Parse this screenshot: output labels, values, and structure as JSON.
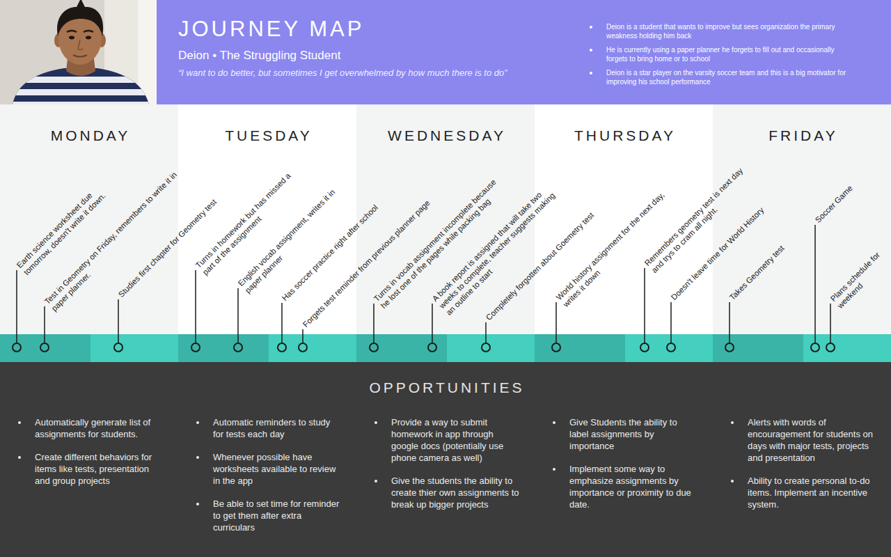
{
  "diagram": {
    "title": "JOURNEY MAP",
    "nodes": [
      {
        "text": [
          "Deion • The Struggling Student",
          "“I want to do better, but sometimes I get overwhelmed by how much there is to do”",
          "Deion is a student that wants to improve but sees organization the primary weakness holding him back",
          "He is currently using a paper planner he forgets to fill out and occasionally forgets to bring home or to school",
          "Deion is a star player on the varsity soccer team and this is a big motivator for improving his school performance"
        ]
      },
      {
        "text": [
          "MONDAY",
          "Earth science worksheet due tomorrow, doesn't write it down.",
          "Test in Geometry on Friday, remembers to write it in paper planner.",
          "Studies first chapter for Geometry test"
        ]
      },
      {
        "text": [
          "TUESDAY",
          "Turns in homework but has missed a part of the assignment",
          "English vocab assignment, writes it in paper planner",
          "Has soccer practice right after school",
          "Forgets test reminder from previous planner page"
        ]
      },
      {
        "text": [
          "WEDNESDAY",
          "Turns in vocab assignment incomplete because he lost one of the pages while packing bag",
          "A book report is assigned that will take two weeks to complete, teacher suggests making an outline to start",
          "Completely forgotten about Goemetry test"
        ]
      },
      {
        "text": [
          "THURSDAY",
          "World history assignment for the next day, writes it down",
          "Remembers geometry test is next day and trys to cram all night.",
          "Doesn't leave time for World History"
        ]
      },
      {
        "text": [
          "FRIDAY",
          "Takes Geometry test",
          "Soccer Game",
          "Plans schedule for weekend"
        ]
      },
      {
        "text": [
          "OPPORTUNITIES"
        ]
      },
      {
        "text": [
          "Automatically generate list of assignments for students.",
          "Create different behaviors for items like tests, presentation and group projects"
        ],
        "in": 6
      },
      {
        "text": [
          "Automatic reminders to study for tests each day",
          "Whenever possible have worksheets available to review in the app",
          "Be able to set time for reminder to get them after extra curriculars"
        ],
        "in": 6
      },
      {
        "text": [
          "Provide a way to submit homework in app through google docs (potentially use phone camera as well)",
          "Give the students the ability to create thier own assignments to break up bigger projects"
        ],
        "in": 6
      },
      {
        "text": [
          "Give Students the ability to label assignments by importance",
          "Implement some way to emphasize assignments by importance or proximity to due date."
        ],
        "in": 6
      },
      {
        "text": [
          "Alerts with words of encouragement for students on days with major tests, projects and presentation",
          "Ability to create personal to-do items. Implement an incentive system."
        ],
        "in": 6
      }
    ]
  }
}
